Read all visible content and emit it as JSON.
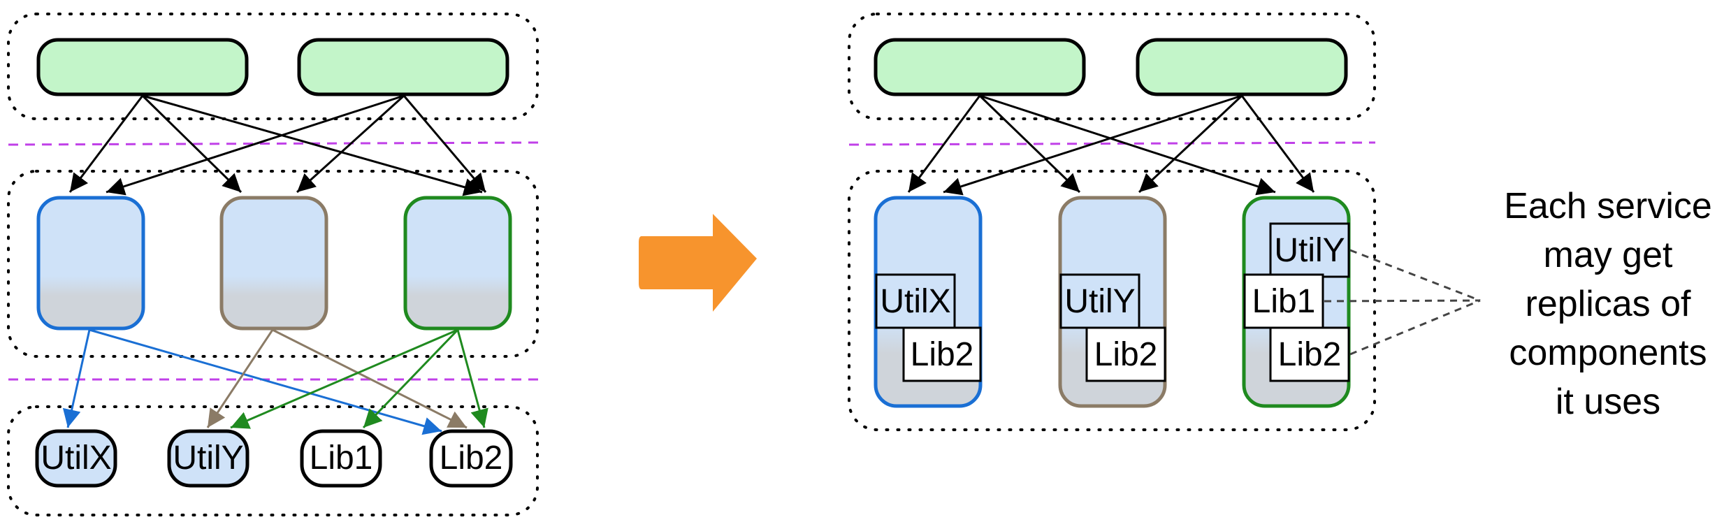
{
  "before": {
    "components": [
      {
        "label": "UtilX",
        "fill": "#cfe2f8"
      },
      {
        "label": "UtilY",
        "fill": "#cfe2f8"
      },
      {
        "label": "Lib1",
        "fill": "#ffffff"
      },
      {
        "label": "Lib2",
        "fill": "#ffffff"
      }
    ]
  },
  "after": {
    "services": [
      {
        "border": "#1a6fd4",
        "replicas": [
          "UtilX",
          "Lib2"
        ]
      },
      {
        "border": "#8b7b66",
        "replicas": [
          "UtilY",
          "Lib2"
        ]
      },
      {
        "border": "#1f8a1f",
        "replicas": [
          "UtilY",
          "Lib1",
          "Lib2"
        ]
      }
    ]
  },
  "annotation": {
    "lines": [
      "Each service",
      "may get",
      "replicas of",
      "components",
      "it uses"
    ]
  },
  "colors": {
    "top_fill": "#c3f5c9",
    "service_fill": "#cfe2f8",
    "service_gradient_end": "#cfd4da",
    "separator": "#c040e8",
    "arrow_main": "#f7942d",
    "blue": "#1a6fd4",
    "taupe": "#8b7b66",
    "green": "#1f8a1f"
  },
  "icons": [
    "right-arrow-icon"
  ]
}
